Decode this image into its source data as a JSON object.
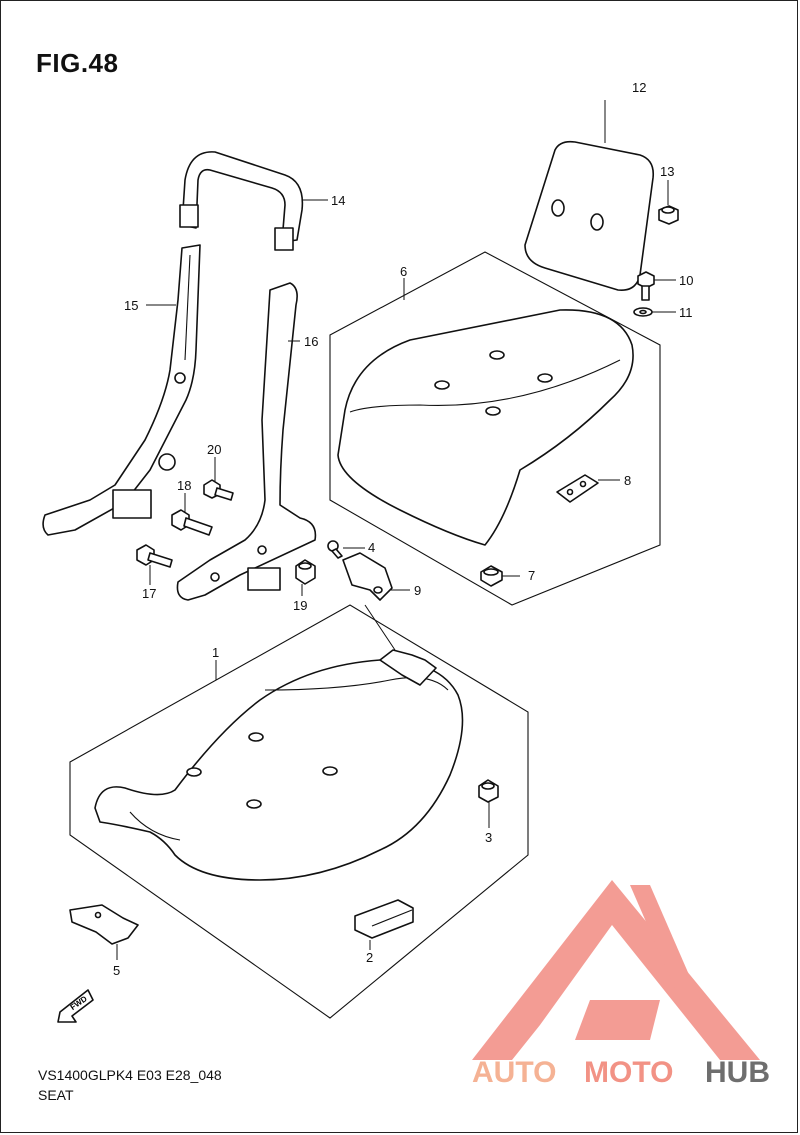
{
  "figure": {
    "title": "FIG.48",
    "code": "VS1400GLPK4 E03 E28_048",
    "name": "SEAT"
  },
  "callouts": [
    {
      "id": "1",
      "label": "1"
    },
    {
      "id": "2",
      "label": "2"
    },
    {
      "id": "3",
      "label": "3"
    },
    {
      "id": "4",
      "label": "4"
    },
    {
      "id": "5",
      "label": "5"
    },
    {
      "id": "6",
      "label": "6"
    },
    {
      "id": "7",
      "label": "7"
    },
    {
      "id": "8",
      "label": "8"
    },
    {
      "id": "9",
      "label": "9"
    },
    {
      "id": "10",
      "label": "10"
    },
    {
      "id": "11",
      "label": "11"
    },
    {
      "id": "12",
      "label": "12"
    },
    {
      "id": "13",
      "label": "13"
    },
    {
      "id": "14",
      "label": "14"
    },
    {
      "id": "15",
      "label": "15"
    },
    {
      "id": "16",
      "label": "16"
    },
    {
      "id": "17",
      "label": "17"
    },
    {
      "id": "18",
      "label": "18"
    },
    {
      "id": "19",
      "label": "19"
    },
    {
      "id": "20",
      "label": "20"
    }
  ],
  "fwd_marker": "FWD",
  "watermark": {
    "part1": "AUTO",
    "part2": "MOTO",
    "part3": "HUB",
    "color_primary": "#f4a582",
    "color_secondary": "#f08070",
    "color_tertiary": "#555555",
    "logo_color": "#f28b82"
  }
}
